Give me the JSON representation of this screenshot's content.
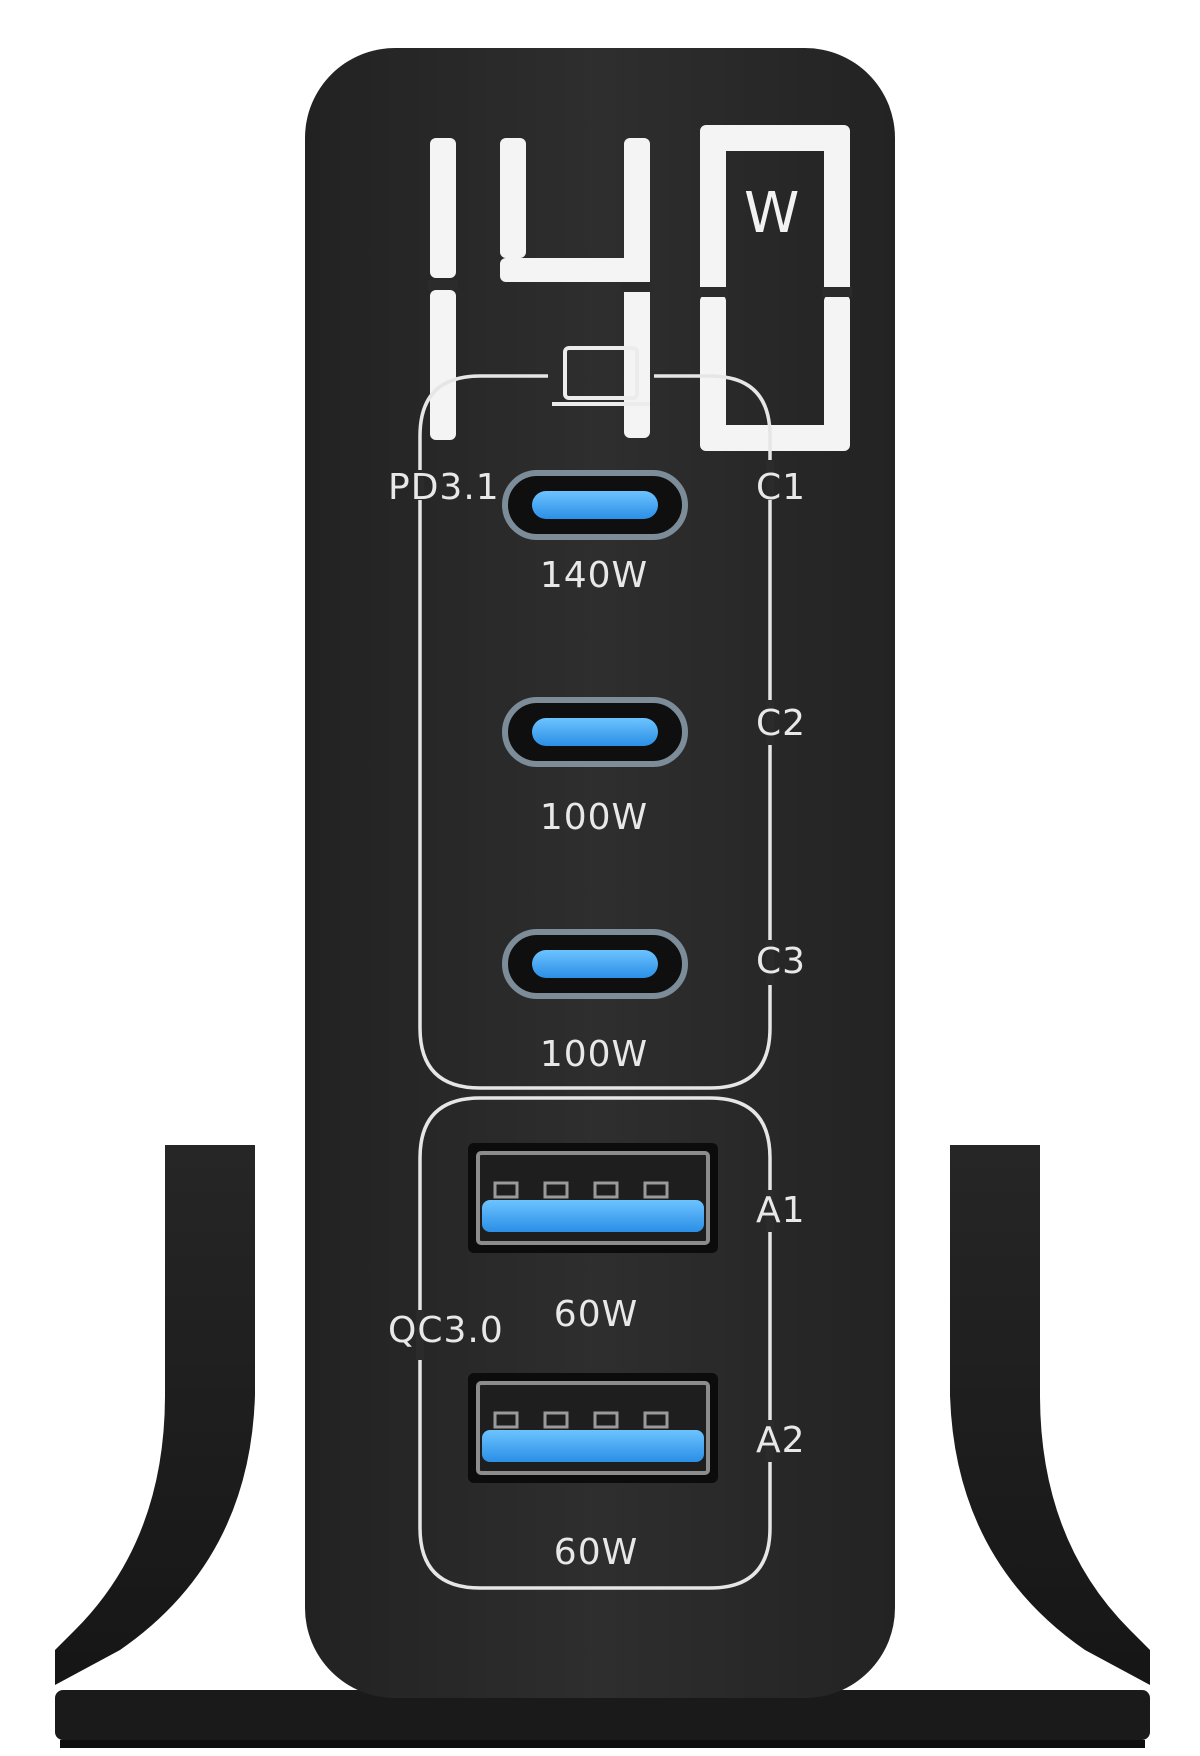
{
  "display": {
    "reading": "140",
    "unit": "W"
  },
  "groups": {
    "usb_c_protocol": "PD3.1",
    "usb_a_protocol": "QC3.0"
  },
  "usb_c_ports": [
    {
      "id": "C1",
      "power": "140W"
    },
    {
      "id": "C2",
      "power": "100W"
    },
    {
      "id": "C3",
      "power": "100W"
    }
  ],
  "usb_a_ports": [
    {
      "id": "A1",
      "power": "60W"
    },
    {
      "id": "A2",
      "power": "60W"
    }
  ],
  "icons": {
    "laptop": "laptop-icon"
  },
  "colors": {
    "body": "#2b2b2b",
    "base": "#1c1c1c",
    "port_accent": "#3aa6f5",
    "printing": "#ececec"
  }
}
